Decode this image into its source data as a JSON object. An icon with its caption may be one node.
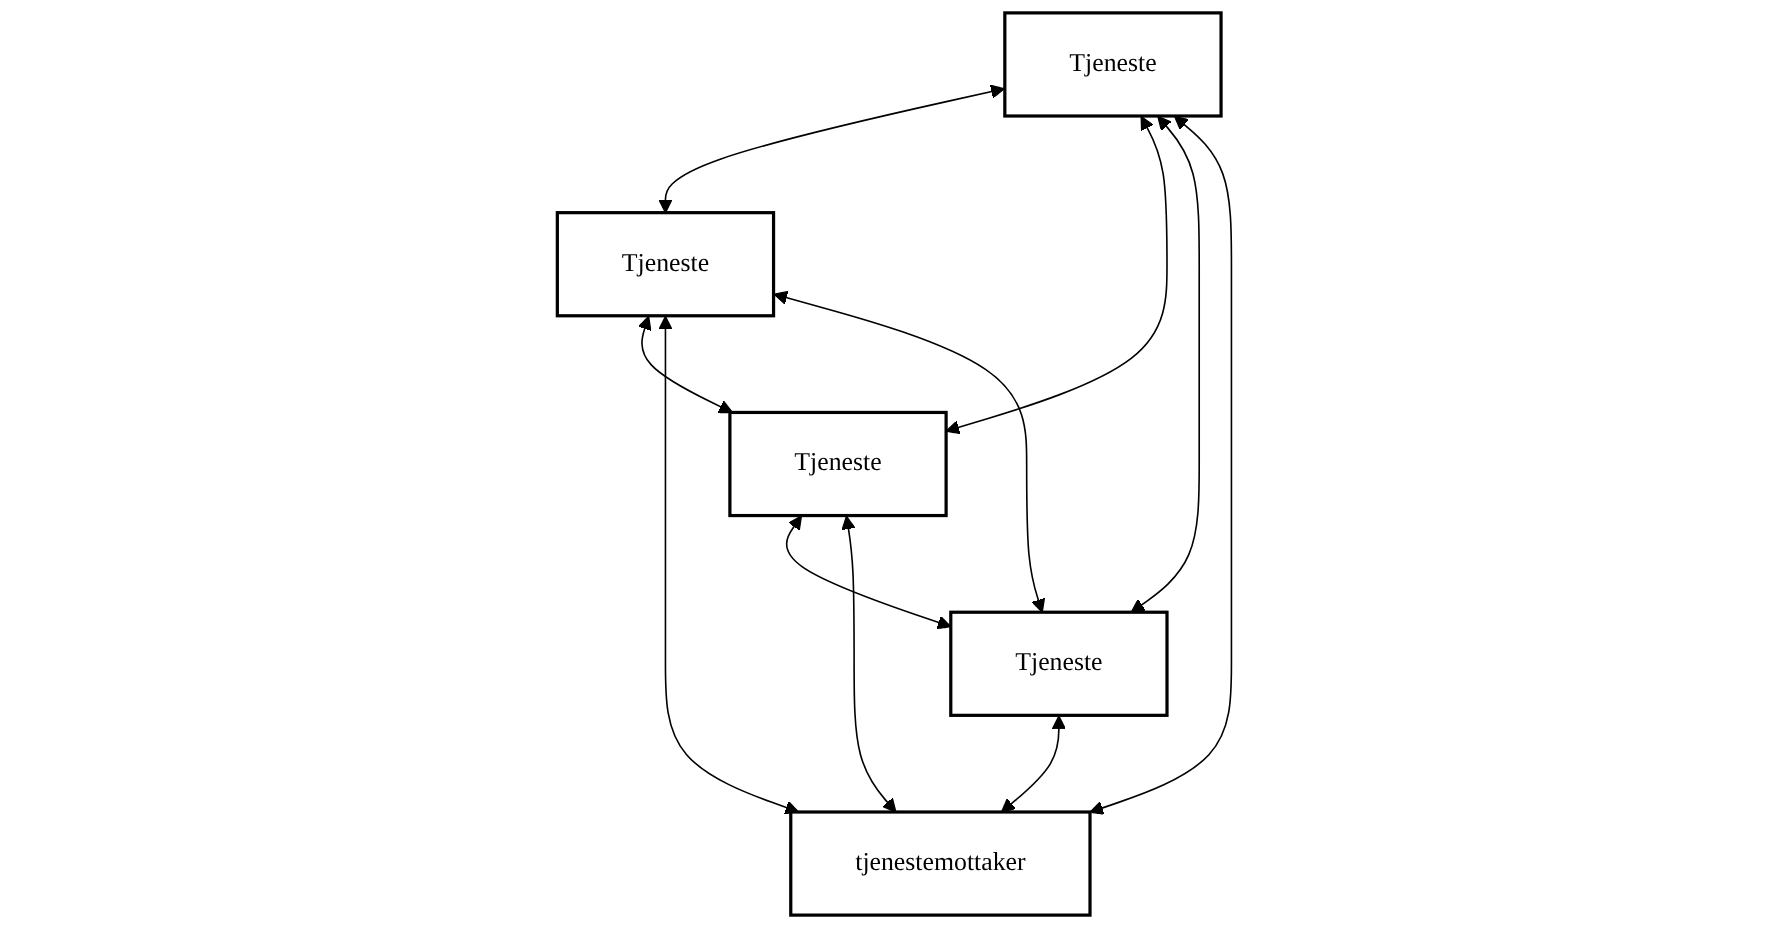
{
  "diagram": {
    "nodes": [
      {
        "text": [
          "Tjeneste"
        ]
      },
      {
        "text": [
          "Tjeneste"
        ]
      },
      {
        "text": [
          "Tjeneste"
        ]
      },
      {
        "text": [
          "Tjeneste"
        ]
      },
      {
        "text": [
          "tjenestemottaker"
        ]
      }
    ],
    "edges": [
      {
        "from": 0,
        "to": 1,
        "arrow": "both"
      },
      {
        "from": 0,
        "to": 2,
        "arrow": "both"
      },
      {
        "from": 0,
        "to": 3,
        "arrow": "both"
      },
      {
        "from": 0,
        "to": 4,
        "arrow": "both"
      },
      {
        "from": 1,
        "to": 2,
        "arrow": "both"
      },
      {
        "from": 1,
        "to": 4,
        "arrow": "both"
      },
      {
        "from": 1,
        "to": 3,
        "arrow": "both"
      },
      {
        "from": 2,
        "to": 3,
        "arrow": "both"
      },
      {
        "from": 2,
        "to": 4,
        "arrow": "both"
      },
      {
        "from": 3,
        "to": 4,
        "arrow": "both"
      }
    ]
  }
}
